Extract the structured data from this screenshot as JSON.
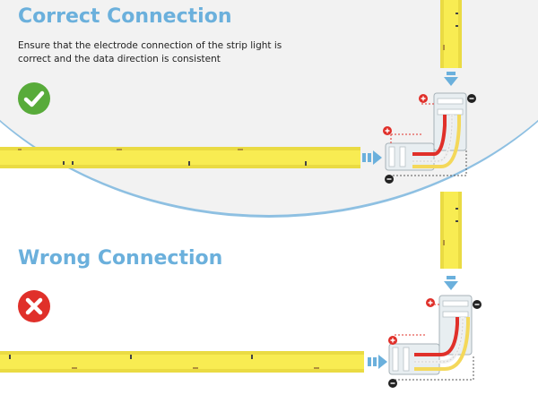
{
  "correct": {
    "title": "Correct Connection",
    "description": "Ensure that the electrode connection of the strip light is correct and the data direction is consistent",
    "status_icon": "check-icon",
    "status_color": "#58ab3a"
  },
  "wrong": {
    "title": "Wrong Connection",
    "status_icon": "cross-icon",
    "status_color": "#e0302a"
  },
  "colors": {
    "accent": "#6bb0dc",
    "strip": "#f8ec52",
    "positive": "#e0302a",
    "negative": "#222222"
  },
  "icons": {
    "arrow": "arrow-right-icon",
    "arrow_down": "arrow-down-icon",
    "positive": "plus-icon",
    "negative": "minus-icon",
    "connector": "l-connector-icon"
  }
}
